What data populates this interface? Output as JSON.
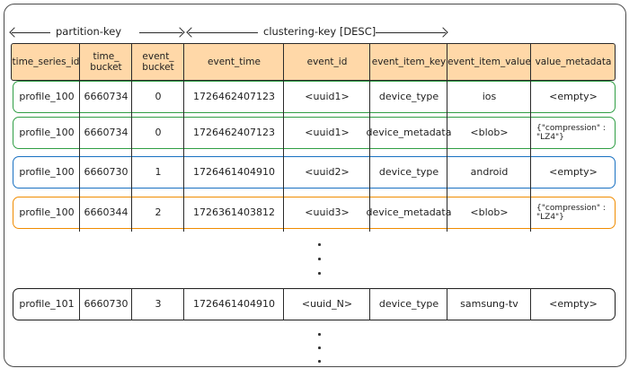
{
  "labels": {
    "partition": "partition-key",
    "clustering": "clustering-key [DESC]"
  },
  "header": [
    "time_series_id",
    "time_\nbucket",
    "event_\nbucket",
    "event_time",
    "event_id",
    "event_item_key",
    "event_item_value",
    "value_metadata"
  ],
  "rows": [
    {
      "border": "#2f9e44",
      "cells": [
        "profile_100",
        "6660734",
        "0",
        "1726462407123",
        "<uuid1>",
        "device_type",
        "ios",
        "<empty>"
      ]
    },
    {
      "border": "#2f9e44",
      "cells": [
        "profile_100",
        "6660734",
        "0",
        "1726462407123",
        "<uuid1>",
        "device_metadata",
        "<blob>",
        "{\"compression\" :\n\"LZ4\"}"
      ]
    },
    {
      "border": "#1971c2",
      "cells": [
        "profile_100",
        "6660730",
        "1",
        "1726461404910",
        "<uuid2>",
        "device_type",
        "android",
        "<empty>"
      ]
    },
    {
      "border": "#f08c00",
      "cells": [
        "profile_100",
        "6660344",
        "2",
        "1726361403812",
        "<uuid3>",
        "device_metadata",
        "<blob>",
        "{\"compression\" :\n\"LZ4\"}"
      ]
    },
    {
      "border": "#1e1e1e",
      "cells": [
        "profile_101",
        "6660730",
        "3",
        "1726461404910",
        "<uuid_N>",
        "device_type",
        "samsung-tv",
        "<empty>"
      ]
    }
  ],
  "colors": {
    "header_fill": "#ffd8a8",
    "green": "#2f9e44",
    "blue": "#1971c2",
    "orange": "#f08c00",
    "black": "#1e1e1e"
  }
}
